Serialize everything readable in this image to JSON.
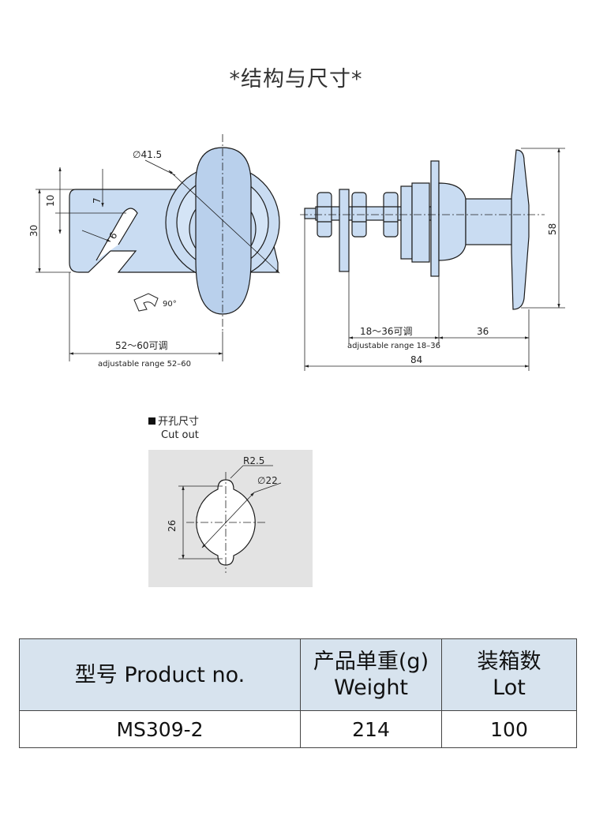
{
  "title": "*结构与尺寸*",
  "front_view": {
    "dia_label": "∅41.5",
    "dim_10": "10",
    "dim_30": "30",
    "dim_7": "7",
    "dim_6": "6",
    "rotation_label": "90°",
    "range_label": "52～60可调",
    "range_label_en": "adjustable range 52–60"
  },
  "side_view": {
    "range_label": "18～36可调",
    "range_label_en": "adjustable range 18–36",
    "dim_36": "36",
    "dim_84": "84",
    "dim_58": "58"
  },
  "cutout": {
    "label_cn": "开孔尺寸",
    "label_en": "Cut out",
    "radius_label": "R2.5",
    "dia_label": "∅22",
    "height_label": "26"
  },
  "table": {
    "headers": {
      "product_cn": "型号",
      "product_en": "Product no.",
      "weight_cn": "产品单重(g)",
      "weight_en": "Weight",
      "lot_cn": "装箱数",
      "lot_en": "Lot"
    },
    "rows": [
      {
        "product": "MS309-2",
        "weight": "214",
        "lot": "100"
      }
    ]
  },
  "colors": {
    "part_fill": "#c9dcf2",
    "outline": "#1a1a1a",
    "cutout_bg": "#e3e3e3",
    "header_bg": "#d7e3ee"
  }
}
